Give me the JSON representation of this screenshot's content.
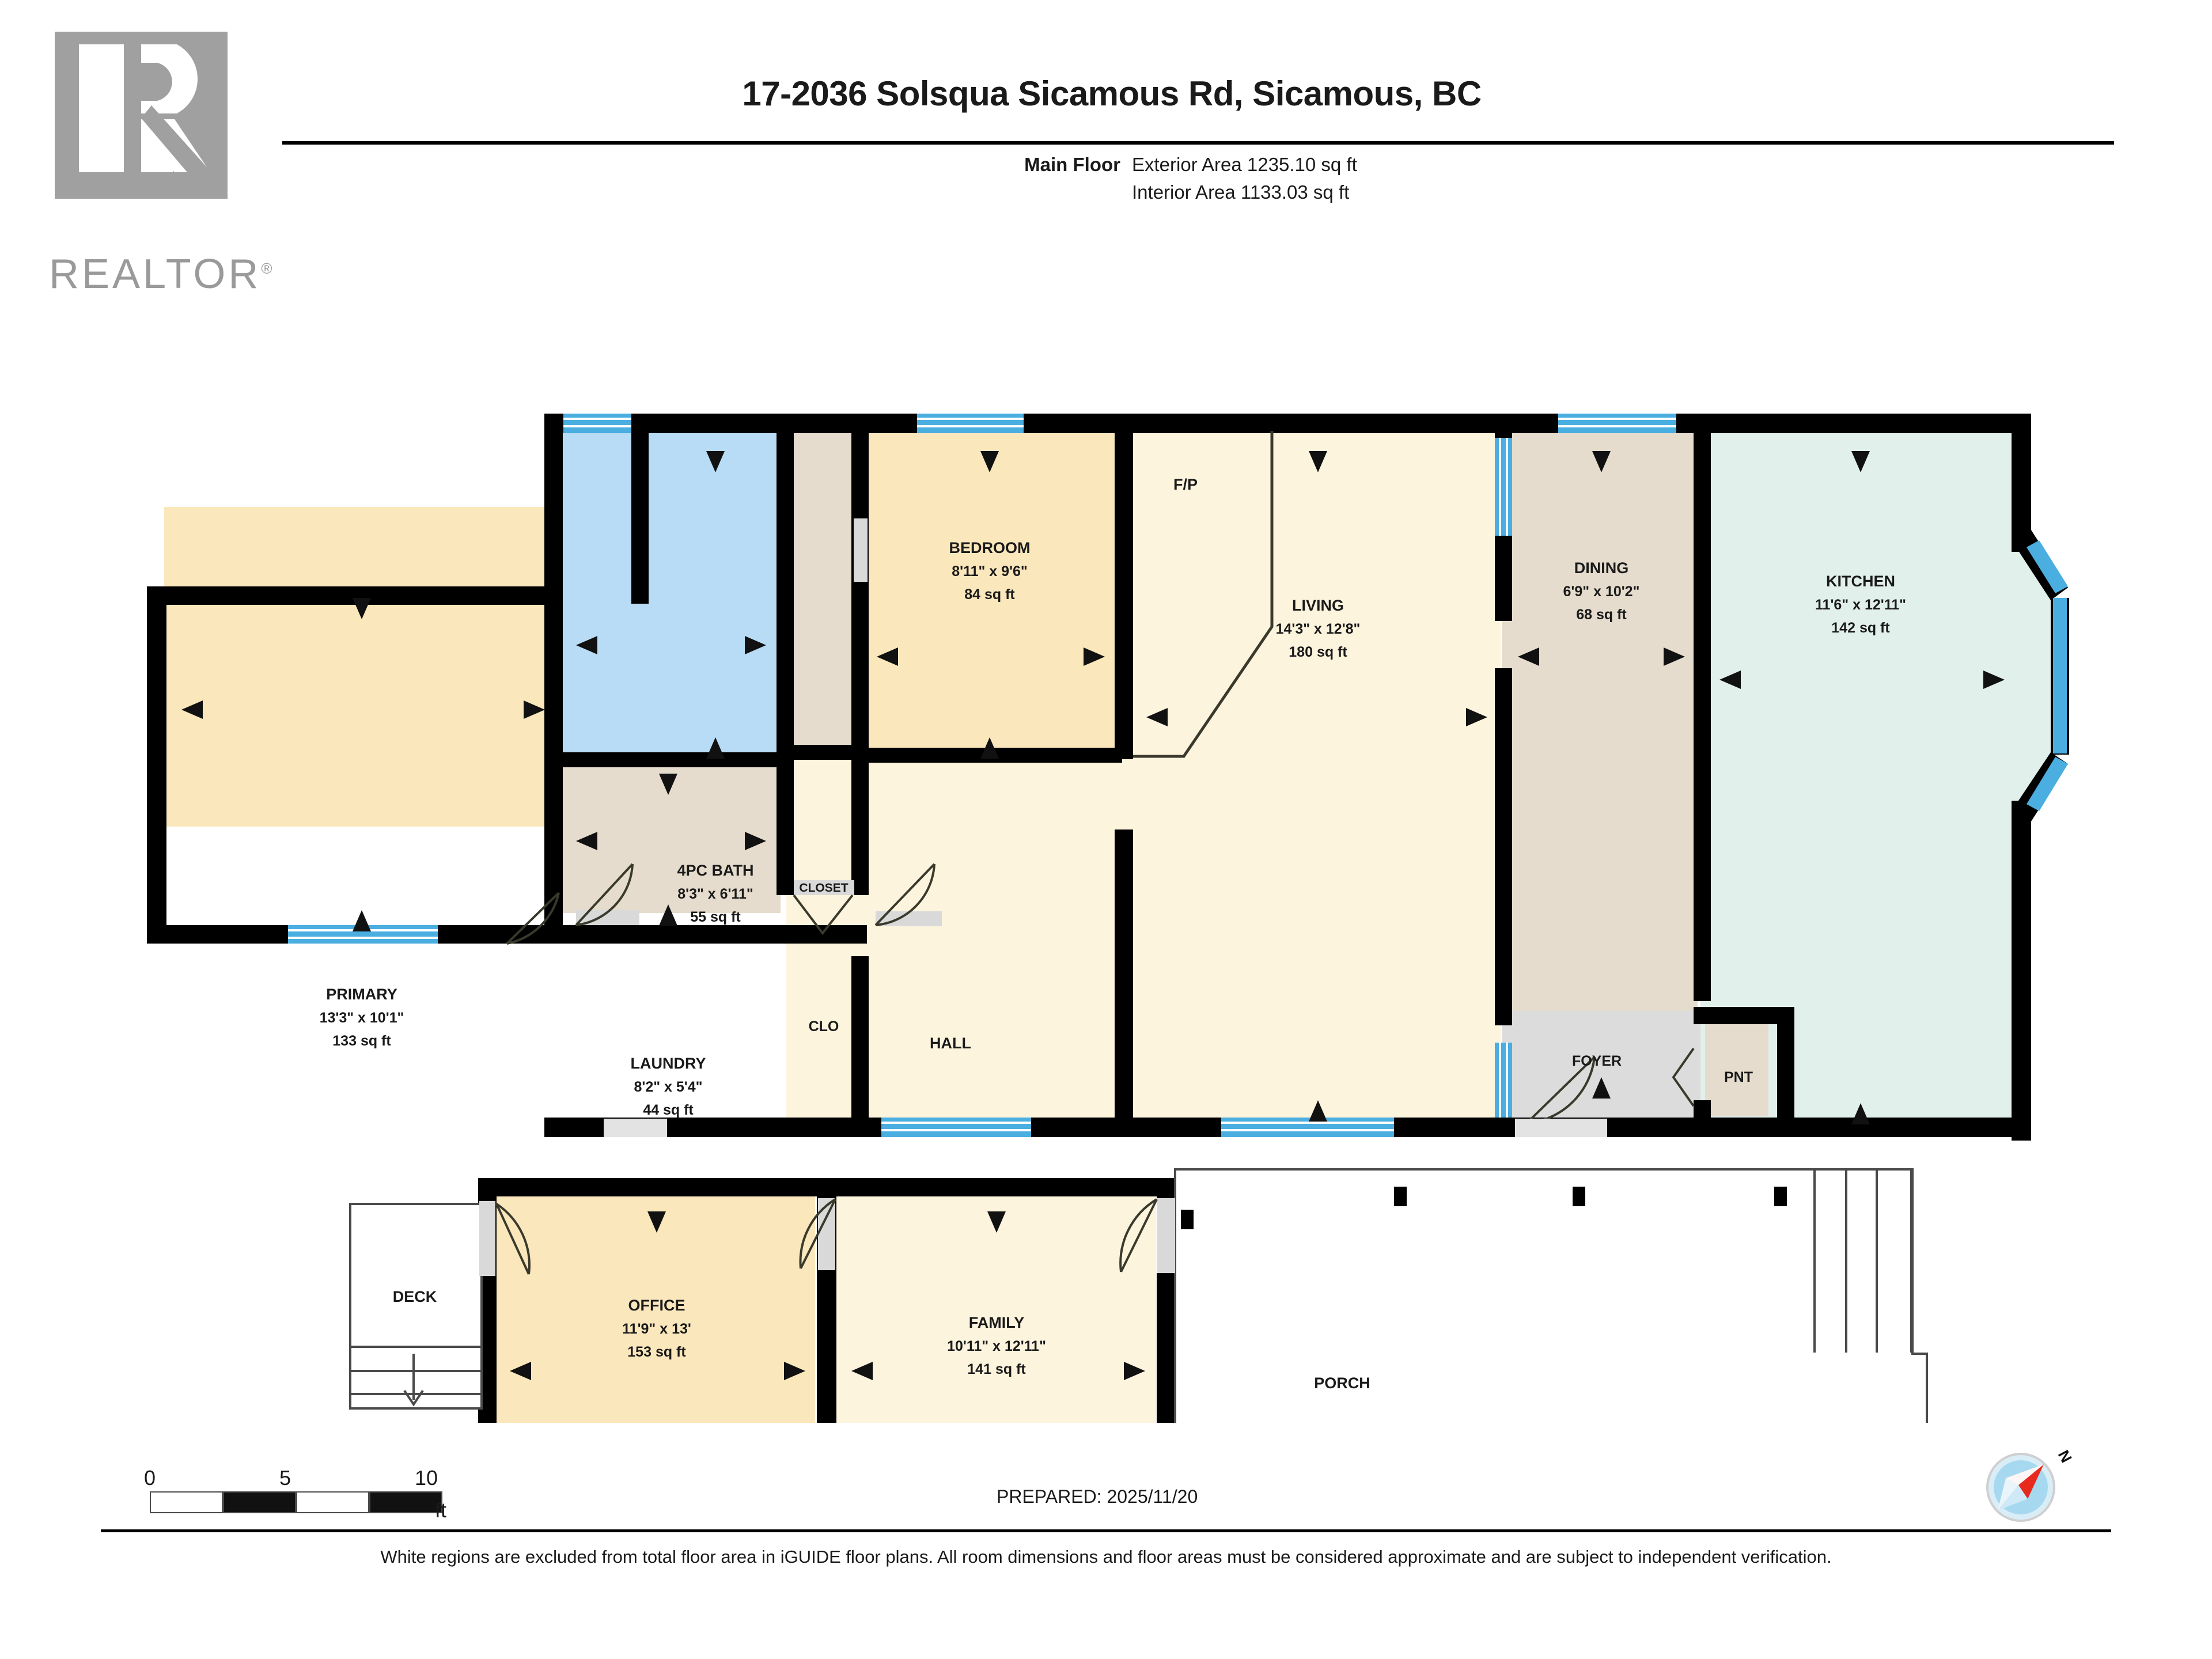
{
  "header": {
    "title": "17-2036 Solsqua Sicamous Rd, Sicamous, BC",
    "floor_label": "Main Floor",
    "exterior_area": "Exterior Area 1235.10 sq ft",
    "interior_area": "Interior Area 1133.03 sq ft",
    "logo_word": "REALTOR",
    "logo_reg": "®"
  },
  "rooms": {
    "primary": {
      "name": "PRIMARY",
      "dim": "13'3\" x 10'1\"",
      "area": "133 sq ft"
    },
    "bath": {
      "name": "4PC BATH",
      "dim": "8'3\" x 6'11\"",
      "area": "55 sq ft"
    },
    "closet": {
      "name": "CLOSET"
    },
    "clo": {
      "name": "CLO"
    },
    "laundry": {
      "name": "LAUNDRY",
      "dim": "8'2\" x 5'4\"",
      "area": "44 sq ft"
    },
    "bedroom": {
      "name": "BEDROOM",
      "dim": "8'11\" x 9'6\"",
      "area": "84 sq ft"
    },
    "hall": {
      "name": "HALL"
    },
    "living": {
      "name": "LIVING",
      "dim": "14'3\" x 12'8\"",
      "area": "180 sq ft"
    },
    "fireplace": {
      "name": "F/P"
    },
    "dining": {
      "name": "DINING",
      "dim": "6'9\" x 10'2\"",
      "area": "68 sq ft"
    },
    "kitchen": {
      "name": "KITCHEN",
      "dim": "11'6\" x 12'11\"",
      "area": "142 sq ft"
    },
    "foyer": {
      "name": "FOYER"
    },
    "pantry": {
      "name": "PNT"
    },
    "office": {
      "name": "OFFICE",
      "dim": "11'9\" x 13'",
      "area": "153 sq ft"
    },
    "family": {
      "name": "FAMILY",
      "dim": "10'11\" x 12'11\"",
      "area": "141 sq ft"
    },
    "porch": {
      "name": "PORCH"
    },
    "deck": {
      "name": "DECK"
    }
  },
  "scale": {
    "t0": "0",
    "t5": "5",
    "t10": "10",
    "unit": "ft"
  },
  "prepared": "PREPARED: 2025/11/20",
  "compass": {
    "north_label": "N"
  },
  "disclaimer": "White regions are excluded from total floor area in iGUIDE floor plans. All room dimensions and floor areas must be considered approximate and are subject to independent verification.",
  "colors": {
    "wall": "#000000",
    "window": "#4aaee0",
    "bedroom_fill": "#fbe7bc",
    "living_fill": "#fdf4de",
    "bath_fill": "#b8dcf5",
    "utility_fill": "#e5dccd",
    "kitchen_fill": "#e2f0ec",
    "door_fill": "#d9d9d9",
    "logo_gray": "#a0a0a0"
  }
}
